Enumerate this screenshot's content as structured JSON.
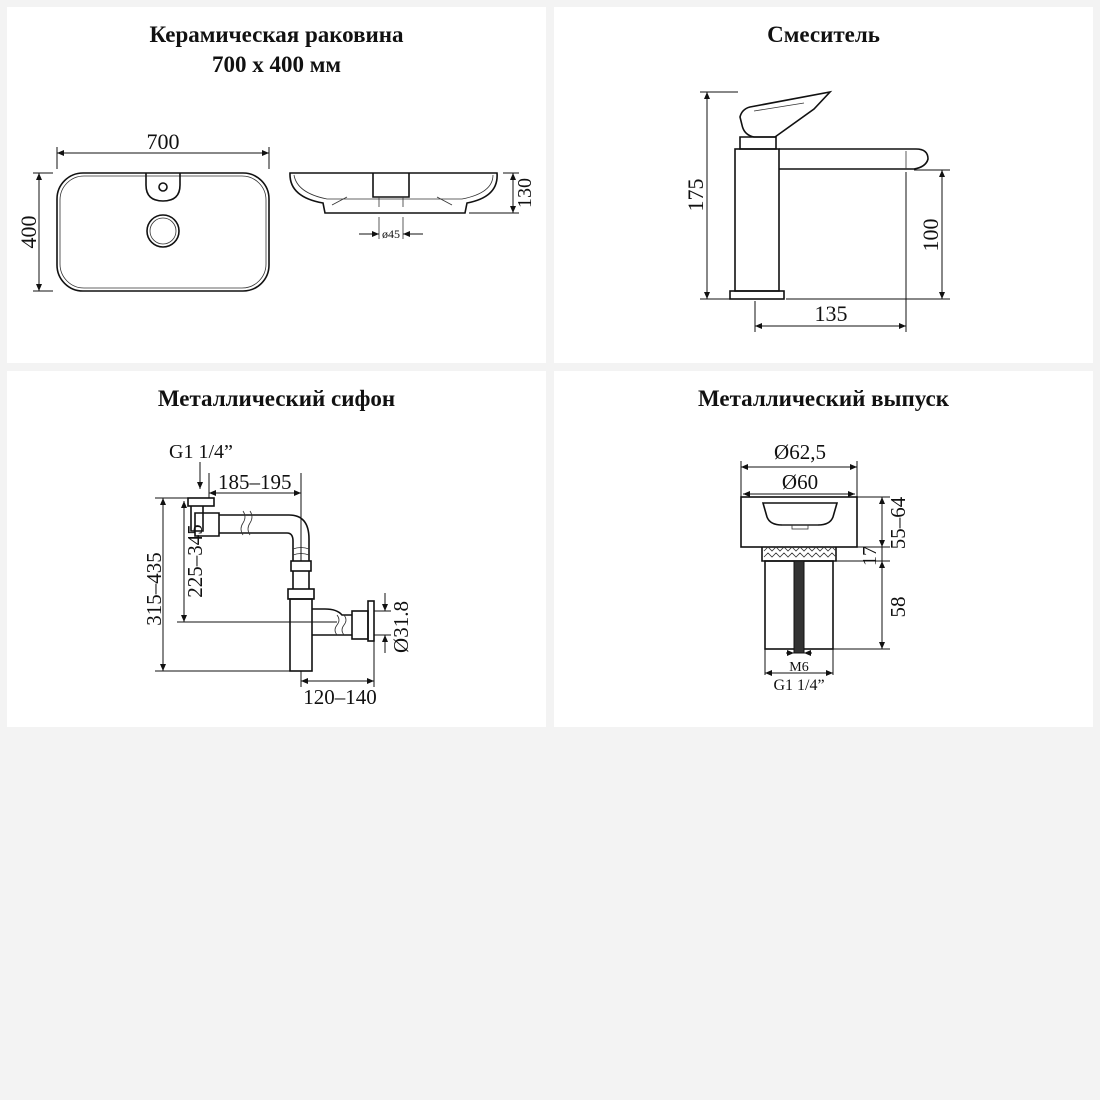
{
  "panels": {
    "sink": {
      "title_line1": "Керамическая раковина",
      "title_line2": "700 x 400 мм",
      "dim_width": "700",
      "dim_height": "400",
      "dim_depth": "130",
      "dim_drain": "ø45"
    },
    "faucet": {
      "title": "Смеситель",
      "dim_height": "175",
      "dim_spout_height": "100",
      "dim_reach": "135"
    },
    "siphon": {
      "title": "Металлический сифон",
      "dim_thread": "G1 1/4”",
      "dim_horizontal": "185–195",
      "dim_total_height": "315–435",
      "dim_inlet_height": "225–345",
      "dim_outlet_diameter": "Ø31.8",
      "dim_wall_offset": "120–140"
    },
    "drain": {
      "title": "Металлический выпуск",
      "dim_outer": "Ø62,5",
      "dim_inner": "Ø60",
      "dim_height": "55–64",
      "dim_cap": "17",
      "dim_body": "58",
      "dim_bolt": "M6",
      "dim_thread": "G1 1/4”"
    }
  }
}
